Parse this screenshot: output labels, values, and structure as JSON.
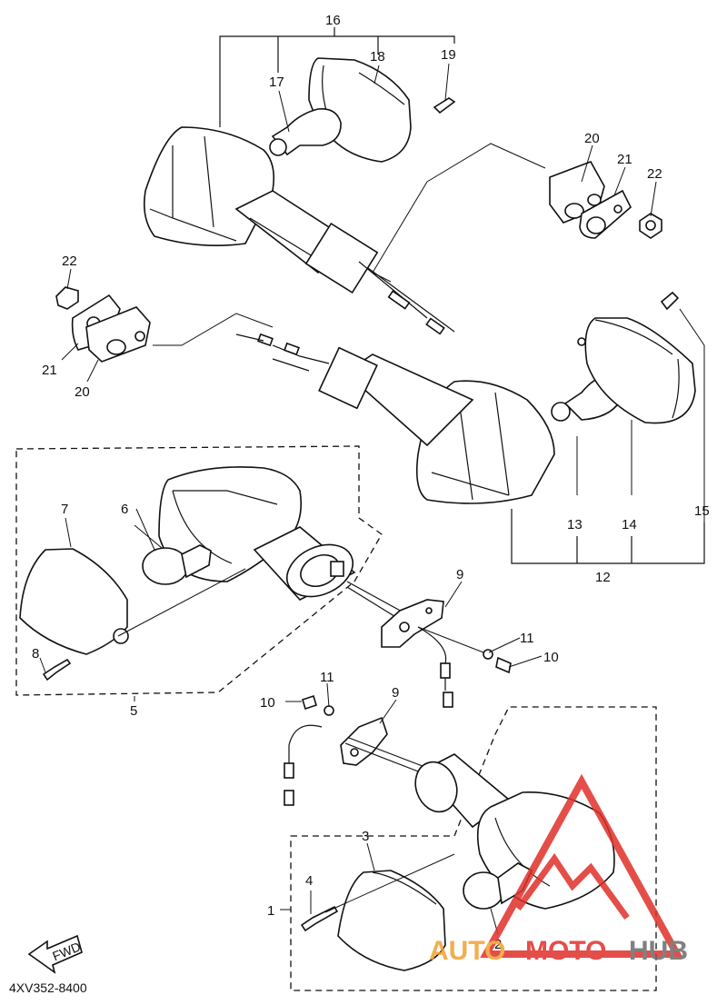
{
  "diagram_code": "4XV352-8400",
  "fwd_label": "FWD",
  "watermark": {
    "auto": "AUTO",
    "moto": "MOTO",
    "hub": "HUB",
    "color_red": "#e0302a",
    "color_orange": "#f0a030",
    "color_gray": "#6a6a6a"
  },
  "callouts": [
    "1",
    "2",
    "3",
    "4",
    "5",
    "6",
    "7",
    "8",
    "9",
    "9",
    "10",
    "10",
    "11",
    "11",
    "12",
    "13",
    "14",
    "15",
    "16",
    "17",
    "18",
    "19",
    "20",
    "20",
    "21",
    "21",
    "22",
    "22"
  ]
}
